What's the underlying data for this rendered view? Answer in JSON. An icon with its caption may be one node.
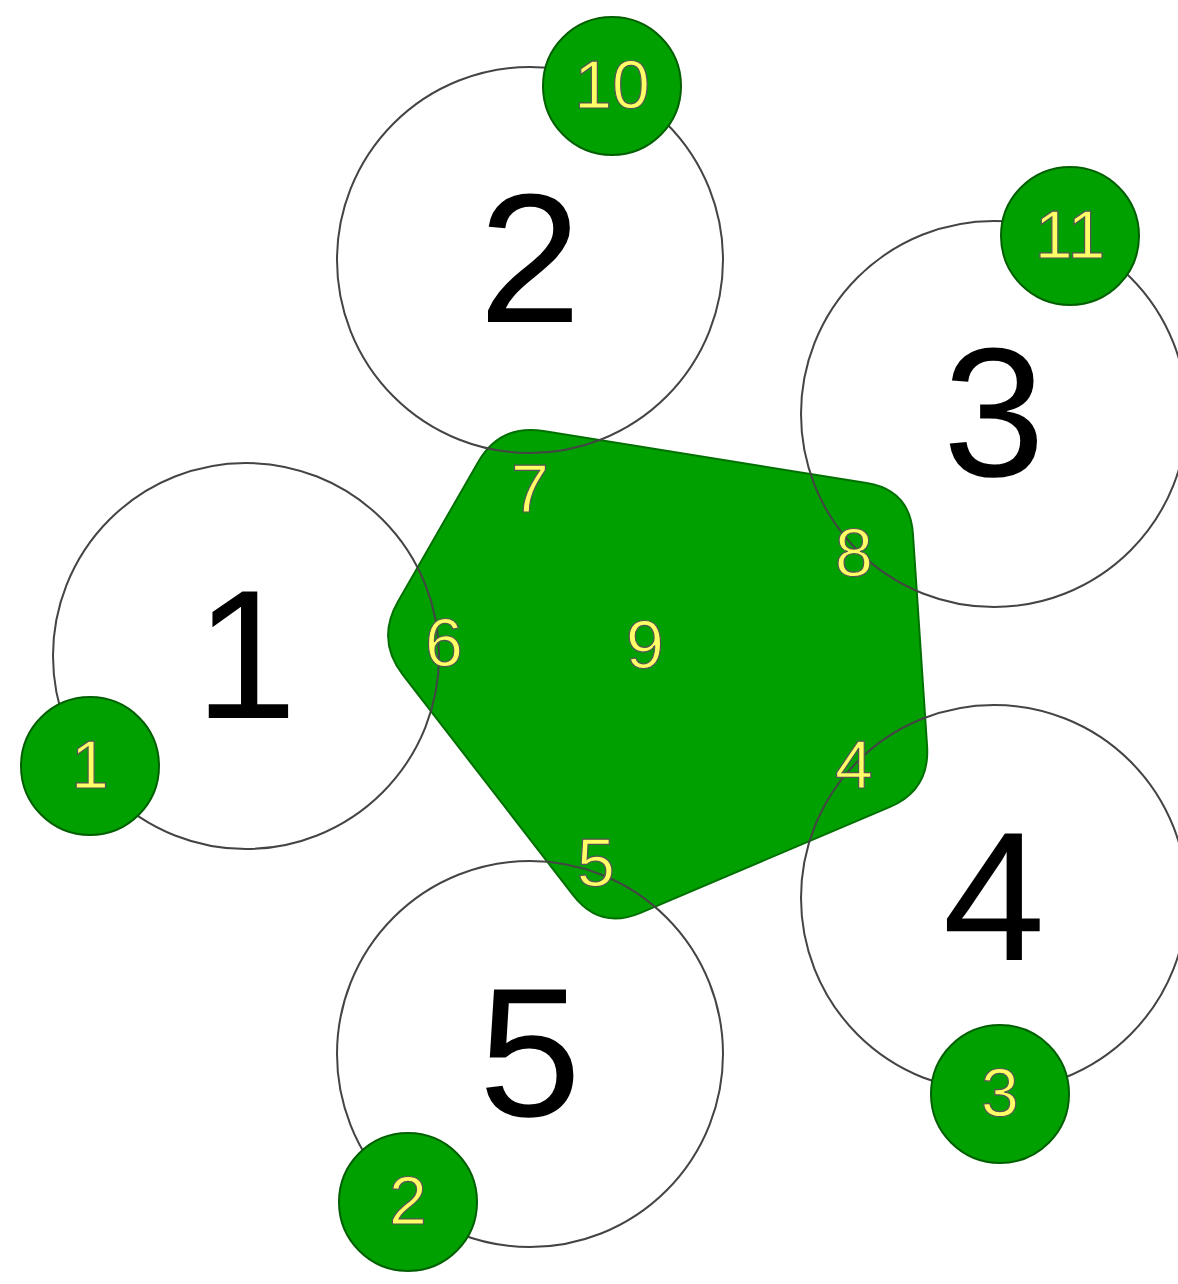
{
  "diagram": {
    "nodes": [
      {
        "text": [
          "10"
        ]
      },
      {
        "text": [
          "11"
        ]
      },
      {
        "text": [
          "2"
        ]
      },
      {
        "text": [
          "3"
        ]
      },
      {
        "text": [
          "9"
        ]
      },
      {
        "text": [
          "1"
        ]
      },
      {
        "text": [
          "1"
        ]
      },
      {
        "text": [
          "4"
        ]
      },
      {
        "text": [
          "5"
        ]
      },
      {
        "text": [
          "3"
        ]
      },
      {
        "text": [
          "2"
        ]
      }
    ],
    "labels": [
      "7",
      "8",
      "6",
      "4",
      "5"
    ]
  }
}
